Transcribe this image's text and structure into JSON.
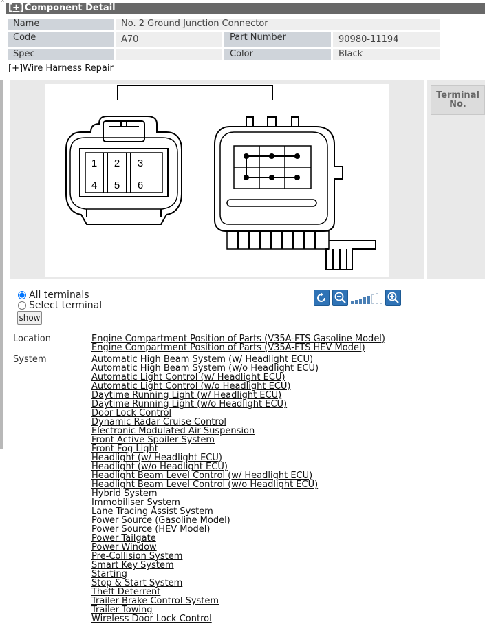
{
  "header": {
    "toggle": "[+]",
    "title": "Component Detail"
  },
  "fields": {
    "name_label": "Name",
    "name_value": "No. 2 Ground Junction Connector",
    "code_label": "Code",
    "code_value": "A70",
    "part_number_label": "Part Number",
    "part_number_value": "90980-11194",
    "spec_label": "Spec",
    "spec_value": "",
    "color_label": "Color",
    "color_value": "Black"
  },
  "wire_harness_link": {
    "toggle": "[+]",
    "label": "Wire Harness Repair"
  },
  "terminal_panel": {
    "header": "Terminal No."
  },
  "connector": {
    "pins": [
      "1",
      "2",
      "3",
      "4",
      "5",
      "6"
    ]
  },
  "terminal_select": {
    "all_label": "All terminals",
    "select_label": "Select terminal",
    "selected": "all",
    "show_button": "show"
  },
  "zoom": {
    "level": 5,
    "max": 8
  },
  "location": {
    "label": "Location",
    "links": [
      "Engine Compartment  Position of Parts (V35A-FTS Gasoline Model)",
      "Engine Compartment  Position of Parts (V35A-FTS HEV Model)"
    ]
  },
  "system": {
    "label": "System",
    "links": [
      "Automatic High Beam System (w/ Headlight ECU)",
      "Automatic High Beam System (w/o Headlight ECU)",
      "Automatic Light Control (w/ Headlight ECU)",
      "Automatic Light Control (w/o Headlight ECU)",
      "Daytime Running Light (w/ Headlight ECU)",
      "Daytime Running Light (w/o Headlight ECU)",
      "Door Lock Control",
      "Dynamic Radar Cruise Control",
      "Electronic Modulated Air Suspension",
      "Front Active Spoiler System",
      "Front Fog Light",
      "Headlight (w/ Headlight ECU)",
      "Headlight (w/o Headlight ECU)",
      "Headlight Beam Level Control (w/ Headlight ECU)",
      "Headlight Beam Level Control (w/o Headlight ECU)",
      "Hybrid System",
      "Immobiliser System",
      "Lane Tracing Assist System",
      "Power Source (Gasoline Model)",
      "Power Source (HEV Model)",
      "Power Tailgate",
      "Power Window",
      "Pre-Collision System",
      "Smart Key System",
      "Starting",
      "Stop & Start System",
      "Theft Deterrent",
      "Trailer Brake Control System",
      "Trailer Towing",
      "Wireless Door Lock Control"
    ]
  }
}
